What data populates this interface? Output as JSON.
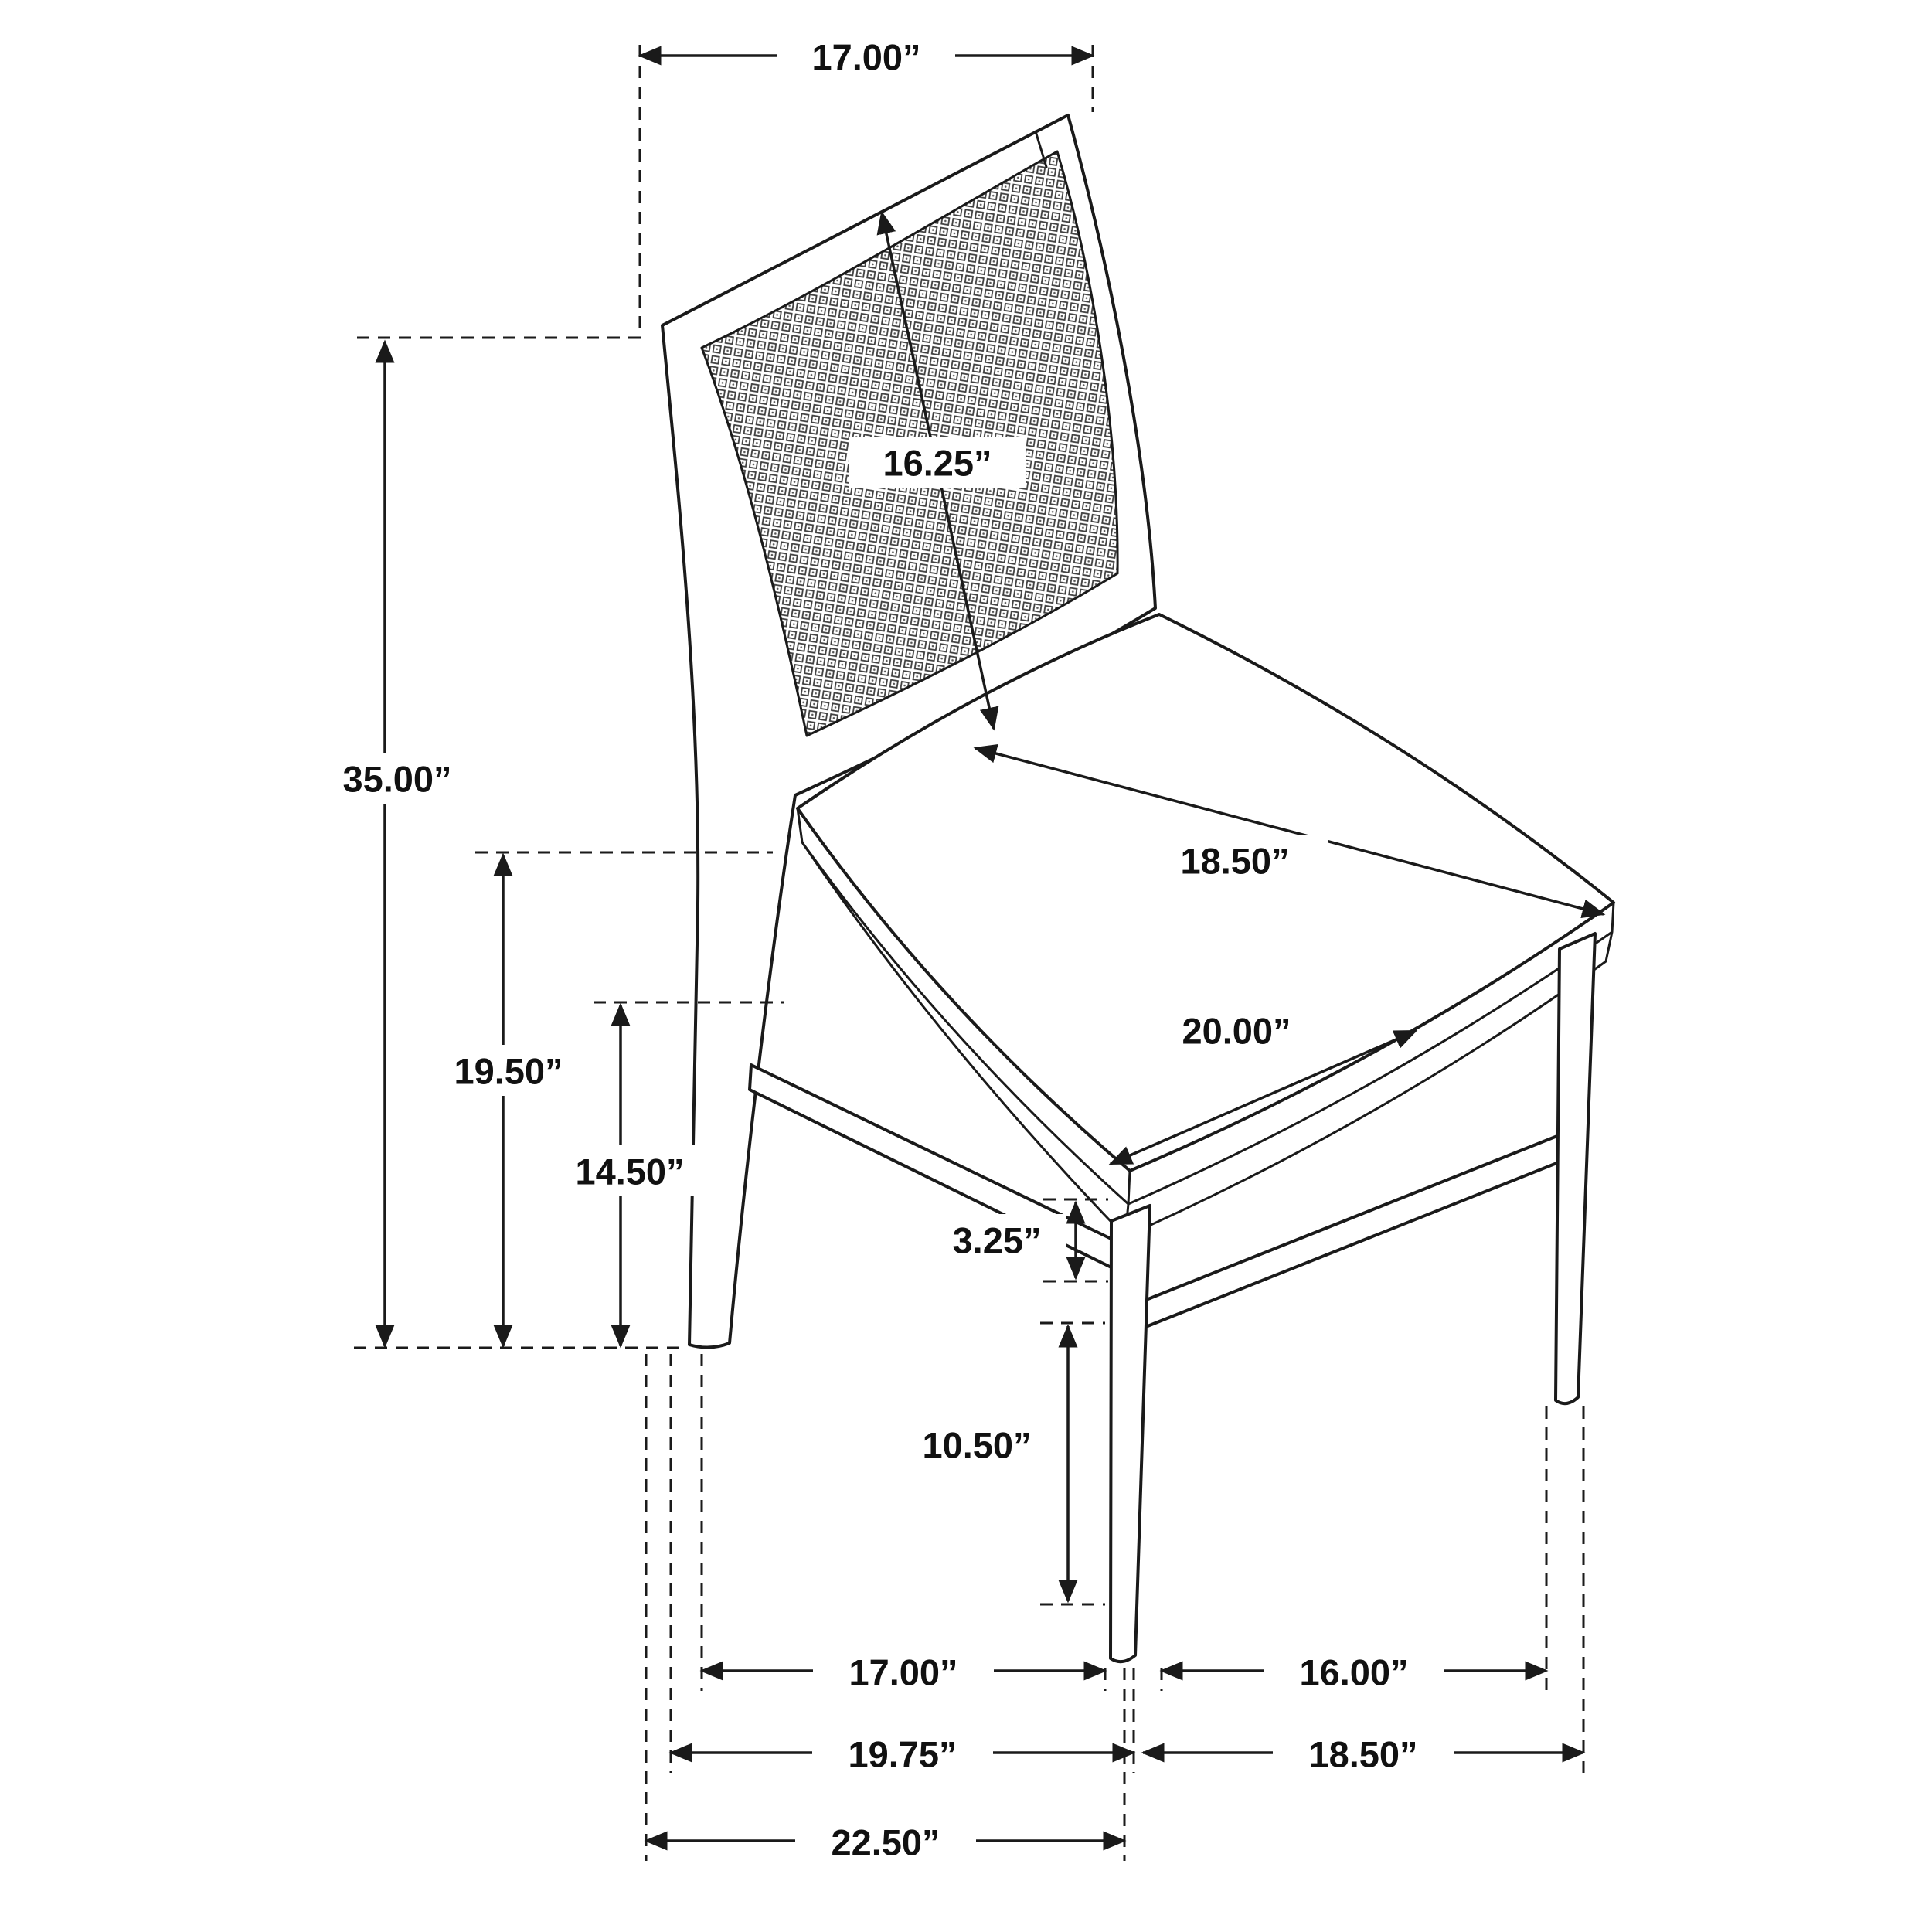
{
  "page": {
    "background": "#ffffff",
    "line_color": "#1a1a1a"
  },
  "diagram": {
    "type": "furniture-dimension-diagram",
    "subject": "Dining side chair with woven cane back and upholstered seat, 3/4 perspective technical line drawing with dimension callouts",
    "units": "inches",
    "labels": {
      "back_top_width": "17.00”",
      "back_panel_diagonal": "16.25”",
      "overall_height": "35.00”",
      "seat_height": "19.50”",
      "side_rail_height": "14.50”",
      "seat_depth": "18.50”",
      "seat_width": "20.00”",
      "stretcher_gap": "3.25”",
      "leg_lower_height": "10.50”",
      "front_leg_spacing": "17.00”",
      "side_leg_spacing": "16.00”",
      "base_depth": "19.75”",
      "base_width": "18.50”",
      "overall_depth": "22.50”"
    }
  }
}
